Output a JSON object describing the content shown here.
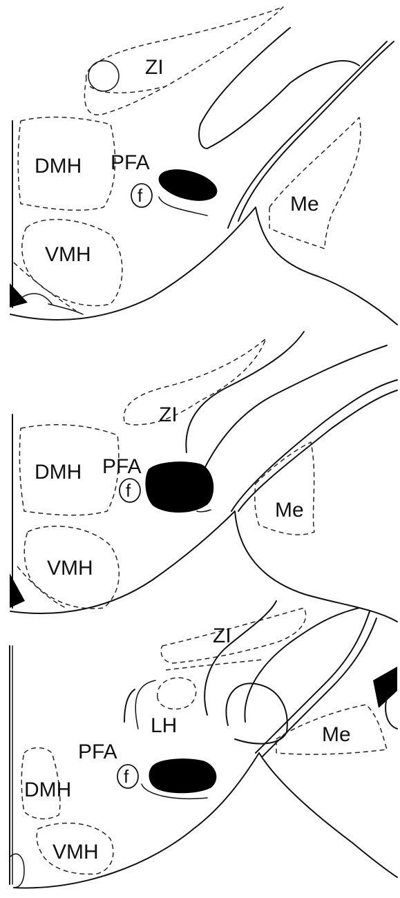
{
  "panels": [
    {
      "labels": {
        "zi": "ZI",
        "dmh": "DMH",
        "pfa": "PFA",
        "f": "f",
        "vmh": "VMH",
        "me": "Me"
      }
    },
    {
      "labels": {
        "zi": "ZI",
        "dmh": "DMH",
        "pfa": "PFA",
        "f": "f",
        "vmh": "VMH",
        "me": "Me"
      }
    },
    {
      "labels": {
        "zi": "ZI",
        "lh": "LH",
        "pfa": "PFA",
        "f": "f",
        "dmh": "DMH",
        "vmh": "VMH",
        "me": "Me"
      }
    }
  ]
}
